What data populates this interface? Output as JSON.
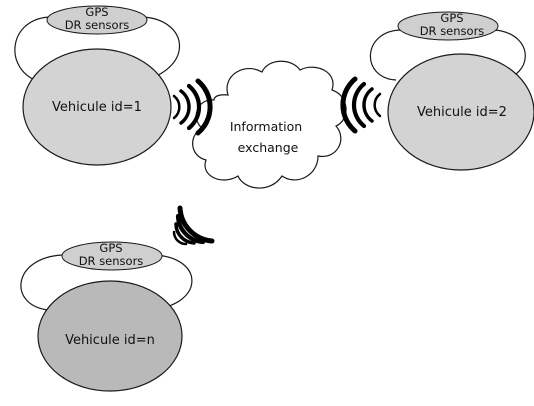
{
  "vehicles": [
    {
      "id_label": "Vehicule id=1",
      "sensor_line1": "GPS",
      "sensor_line2": "DR sensors",
      "fill": "#d3d3d3"
    },
    {
      "id_label": "Vehicule id=2",
      "sensor_line1": "GPS",
      "sensor_line2": "DR sensors",
      "fill": "#d3d3d3"
    },
    {
      "id_label": "Vehicule id=n",
      "sensor_line1": "GPS",
      "sensor_line2": "DR sensors",
      "fill": "#b9b9b9"
    }
  ],
  "cloud": {
    "line1": "Information",
    "line2": "exchange"
  },
  "colors": {
    "stroke": "#1a1a1a",
    "sensor_fill": "#cfcfcf",
    "wave": "#000000"
  },
  "icons": [
    "wireless-signal-icon",
    "cloud-icon"
  ]
}
